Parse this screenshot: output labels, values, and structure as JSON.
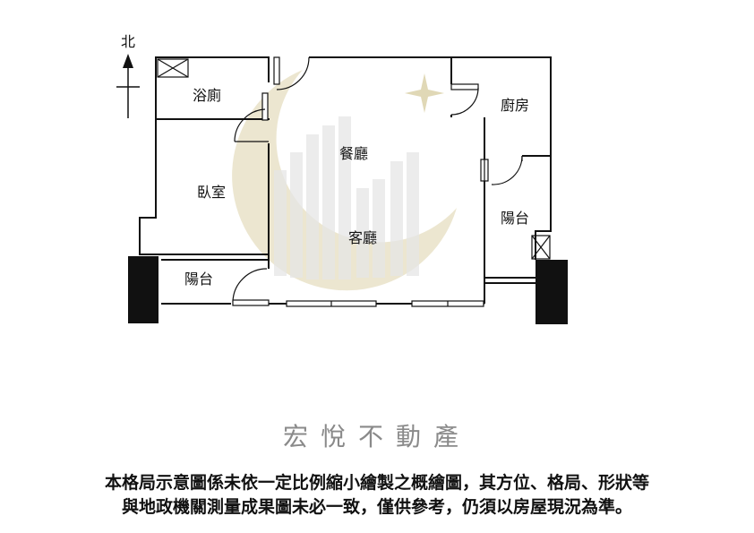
{
  "plan": {
    "north_label": "北",
    "rooms": {
      "bathroom": "浴廁",
      "kitchen": "廚房",
      "dining": "餐廳",
      "bedroom": "臥室",
      "balcony_right": "陽台",
      "living": "客廳",
      "balcony_left": "陽台"
    },
    "colors": {
      "wall": "#111111",
      "watermark": "#e9e2c8",
      "watermark_star": "#ddd4ae"
    },
    "icons": [
      "north-arrow-icon",
      "vent-icon",
      "door-swing-icon",
      "watermark-logo-icon"
    ]
  },
  "footer": {
    "brand": "宏悅不動產",
    "disclaimer_line1": "本格局示意圖係未依一定比例縮小繪製之概繪圖，其方位、格局、形狀等",
    "disclaimer_line2": "與地政機關測量成果圖未必一致，僅供參考，仍須以房屋現況為準。"
  }
}
